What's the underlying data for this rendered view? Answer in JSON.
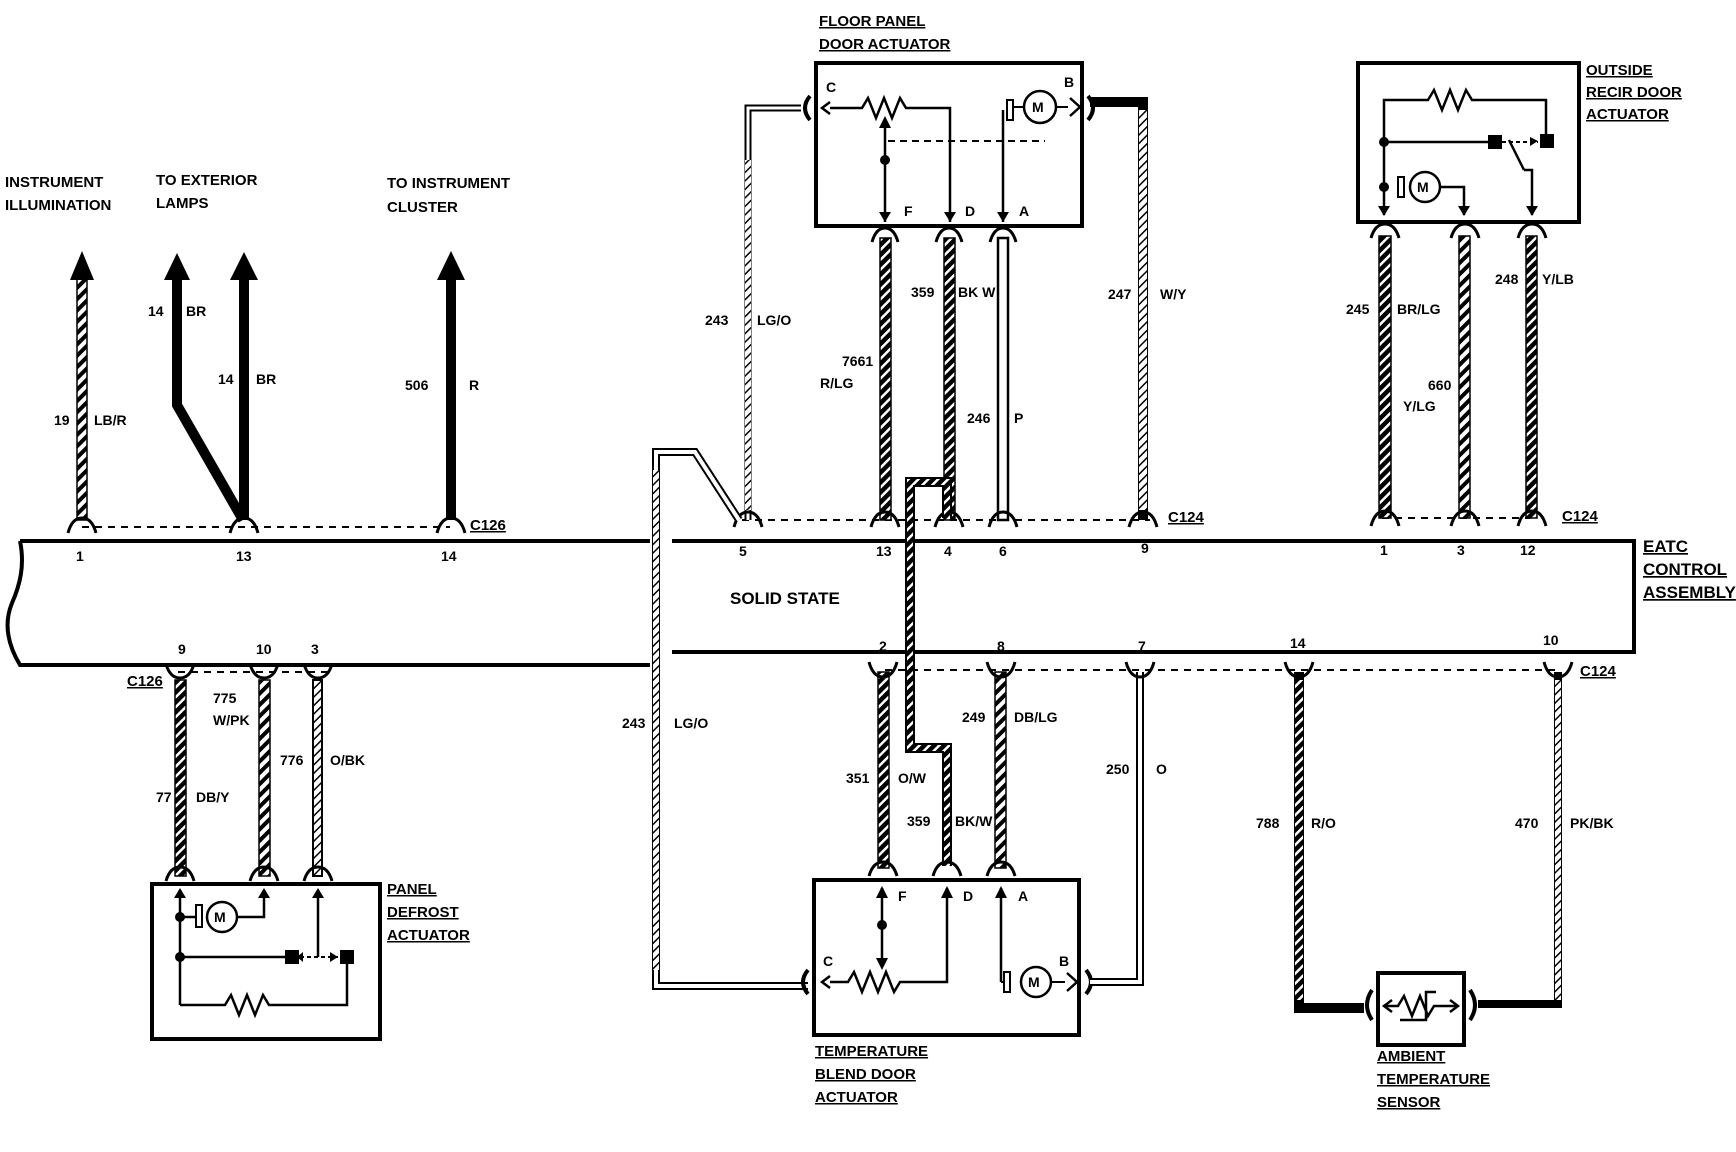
{
  "labels": {
    "instrument_illumination": [
      "INSTRUMENT",
      "ILLUMINATION"
    ],
    "exterior_lamps": [
      "TO EXTERIOR",
      "LAMPS"
    ],
    "instrument_cluster": [
      "TO INSTRUMENT",
      "CLUSTER"
    ],
    "floor_panel": [
      "FLOOR PANEL",
      "DOOR ACTUATOR"
    ],
    "outside_recir": [
      "OUTSIDE",
      "RECIR DOOR",
      "ACTUATOR"
    ],
    "eatc": [
      "EATC",
      "CONTROL",
      "ASSEMBLY"
    ],
    "solid_state": "SOLID STATE",
    "panel_defrost": [
      "PANEL",
      "DEFROST",
      "ACTUATOR"
    ],
    "temp_blend": [
      "TEMPERATURE",
      "BLEND DOOR",
      "ACTUATOR"
    ],
    "ambient": [
      "AMBIENT",
      "TEMPERATURE",
      "SENSOR"
    ]
  },
  "connectors": {
    "c126_top": "C126",
    "c124_mid": "C124",
    "c124_right": "C124",
    "c126_bottom": "C126",
    "c124_bottom": "C124"
  },
  "pins_top": [
    "1",
    "13",
    "14",
    "5",
    "13",
    "4",
    "6",
    "9",
    "1",
    "3",
    "12"
  ],
  "pins_bottom": [
    "9",
    "10",
    "3",
    "2",
    "8",
    "7",
    "14",
    "10"
  ],
  "actuator_terminals": {
    "floor": [
      "C",
      "B",
      "F",
      "D",
      "A"
    ],
    "blend": [
      "F",
      "D",
      "A",
      "C",
      "B"
    ]
  },
  "motor_symbol": "M",
  "wires": {
    "w19": [
      "19",
      "LB/R"
    ],
    "w14a": [
      "14",
      "BR"
    ],
    "w14b": [
      "14",
      "BR"
    ],
    "w506": [
      "506",
      "R"
    ],
    "w243a": [
      "243",
      "LG/O"
    ],
    "w7661": [
      "7661",
      "R/LG"
    ],
    "w359a": [
      "359",
      "BK W"
    ],
    "w246": [
      "246",
      "P"
    ],
    "w247": [
      "247",
      "W/Y"
    ],
    "w245": [
      "245",
      "BR/LG"
    ],
    "w660": [
      "660",
      "Y/LG"
    ],
    "w248": [
      "248",
      "Y/LB"
    ],
    "w775": [
      "775",
      "W/PK"
    ],
    "w77": [
      "77",
      "DB/Y"
    ],
    "w776": [
      "776",
      "O/BK"
    ],
    "w243b": [
      "243",
      "LG/O"
    ],
    "w351": [
      "351",
      "O/W"
    ],
    "w359b": [
      "359",
      "BK/W"
    ],
    "w249": [
      "249",
      "DB/LG"
    ],
    "w250": [
      "250",
      "O"
    ],
    "w788": [
      "788",
      "R/O"
    ],
    "w470": [
      "470",
      "PK/BK"
    ]
  }
}
